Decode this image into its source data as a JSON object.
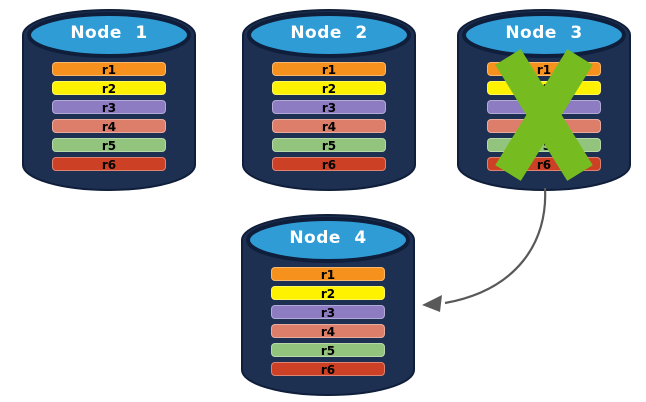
{
  "diagram": {
    "background": "#ffffff"
  },
  "colors": {
    "diagram_background": "#ffffff",
    "cylinder_body": "#1E3051",
    "cylinder_outline": "#0F1E3A",
    "cylinder_top": "#2F9CD6",
    "node_title_text": "#FFFFFF",
    "record_text": "#000000",
    "x_mark": "#76BC21",
    "arrow": "#595959"
  },
  "records": [
    {
      "label": "r1",
      "color": "#F6911E"
    },
    {
      "label": "r2",
      "color": "#FFF200"
    },
    {
      "label": "r3",
      "color": "#8D7CC2"
    },
    {
      "label": "r4",
      "color": "#DD7E6B"
    },
    {
      "label": "r5",
      "color": "#93C47D"
    },
    {
      "label": "r6",
      "color": "#CC4125"
    }
  ],
  "nodes": [
    {
      "title": "Node 1",
      "failed": false
    },
    {
      "title": "Node 2",
      "failed": false
    },
    {
      "title": "Node 3",
      "failed": true
    },
    {
      "title": "Node 4",
      "failed": false
    }
  ],
  "annotations": {
    "x_mark_icon": "x-mark",
    "arrow_icon": "curved-arrow"
  }
}
